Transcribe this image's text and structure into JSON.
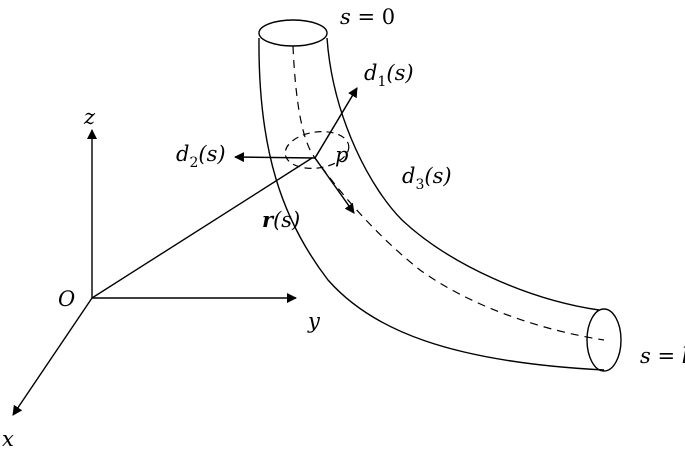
{
  "labels": {
    "s_start": {
      "var": "s",
      "eq": " = ",
      "val": "0"
    },
    "s_end": {
      "var": "s",
      "eq": " = ",
      "val": "l"
    },
    "d1": {
      "base": "d",
      "sub": "1",
      "arg": "(s)"
    },
    "d2": {
      "base": "d",
      "sub": "2",
      "arg": "(s)"
    },
    "d3": {
      "base": "d",
      "sub": "3",
      "arg": "(s)"
    },
    "p": "p",
    "r": {
      "base": "r",
      "arg": "(s)"
    },
    "origin": "O",
    "axis_x": "x",
    "axis_y": "y",
    "axis_z": "z"
  },
  "colors": {
    "stroke": "#000000",
    "background": "#ffffff"
  }
}
